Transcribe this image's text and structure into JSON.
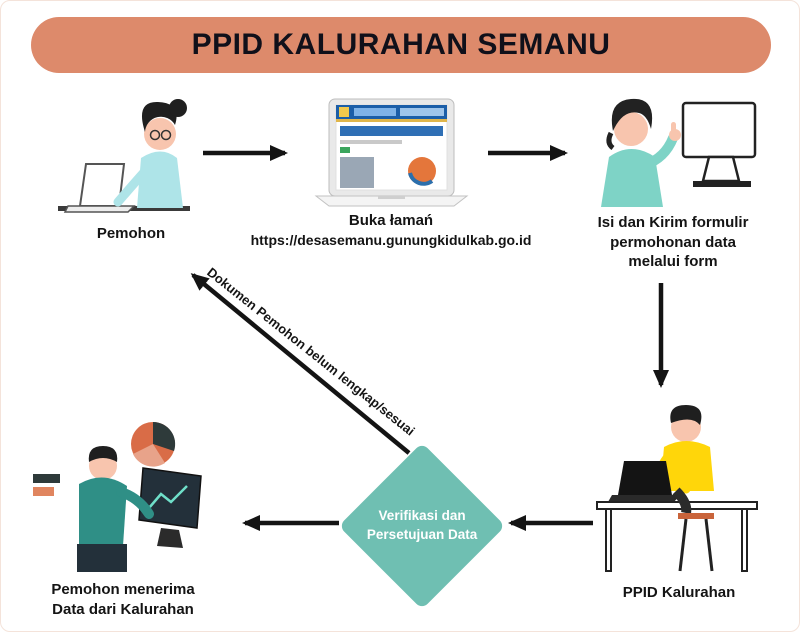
{
  "title": "PPID KALURAHAN SEMANU",
  "colors": {
    "header_bg": "#DD8A6B",
    "diamond_bg": "#6FBFB2",
    "arrow": "#141414",
    "label_text": "#141414"
  },
  "nodes": {
    "pemohon": {
      "label": "Pemohon"
    },
    "website": {
      "caption_line1": "Buka łamań",
      "caption_line2": "https://desasemanu.gunungkidulkab.go.id"
    },
    "form_submission": {
      "line1": "Isi dan Kirim formulir",
      "line2": "permohonan data",
      "line3": "melalui form"
    },
    "ppid": {
      "label": "PPID Kalurahan"
    },
    "verification": {
      "line1": "Verifikasi dan",
      "line2": "Persetujuan Data"
    },
    "receive": {
      "line1": "Pemohon menerima",
      "line2": "Data dari Kalurahan"
    }
  },
  "edges": {
    "rejection_label": "Dokumen Pemohon belum lengkap/sesuai"
  }
}
